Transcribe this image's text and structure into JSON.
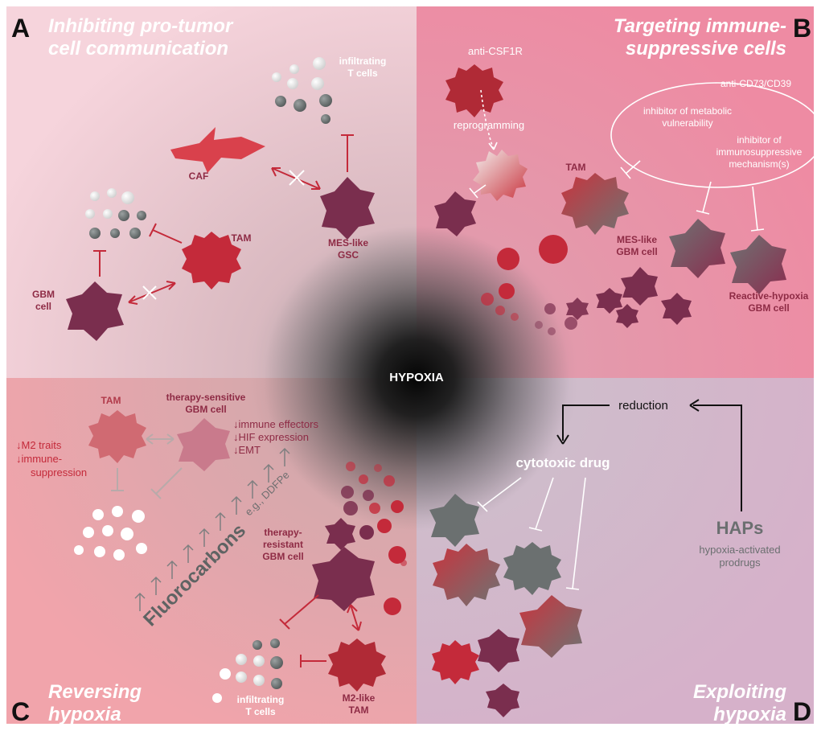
{
  "center_label": "HYPOXIA",
  "colors": {
    "wine": "#7a2e4e",
    "crimson": "#c42a3a",
    "slate": "#6b7272",
    "label_red": "#8e2b45",
    "bg_a": "#f2c9d2",
    "bg_b": "#ec8fa6",
    "bg_c": "#efa7ad",
    "bg_d": "#d8b6cc"
  },
  "panel_a": {
    "letter": "A",
    "title_line1": "Inhibiting pro-tumor",
    "title_line2": "cell communication",
    "tcells_line1": "infiltrating",
    "tcells_line2": "T cells",
    "caf": "CAF",
    "tam": "TAM",
    "mes_line1": "MES-like",
    "mes_line2": "GSC",
    "gbm_line1": "GBM",
    "gbm_line2": "cell"
  },
  "panel_b": {
    "letter": "B",
    "title_line1": "Targeting immune-",
    "title_line2": "suppressive cells",
    "anti_csf1r": "anti-CSF1R",
    "reprogramming": "reprogramming",
    "anti_cd73": "anti-CD73/CD39",
    "metabolic_line1": "inhibitor of metabolic",
    "metabolic_line2": "vulnerability",
    "immuno_line1": "inhibitor of",
    "immuno_line2": "immunosuppressive",
    "immuno_line3": "mechanism(s)",
    "tam": "TAM",
    "mes_line1": "MES-like",
    "mes_line2": "GBM cell",
    "reactive_line1": "Reactive-hypoxia",
    "reactive_line2": "GBM cell"
  },
  "panel_c": {
    "letter": "C",
    "title_line1": "Reversing",
    "title_line2": "hypoxia",
    "tam": "TAM",
    "sensitive_line1": "therapy-sensitive",
    "sensitive_line2": "GBM cell",
    "effect1": "↓immune effectors",
    "effect2": "↓HIF expression",
    "effect3": "↓EMT",
    "m2_traits": "↓M2 traits",
    "immune_line1": "↓immune-",
    "immune_line2": "suppression",
    "fluorocarbons": "Fluorocarbons",
    "ddfpe": "e.g., DDFPe",
    "resistant_line1": "therapy-",
    "resistant_line2": "resistant",
    "resistant_line3": "GBM cell",
    "m2_line1": "M2-like",
    "m2_line2": "TAM",
    "tcells_line1": "infiltrating",
    "tcells_line2": "T cells"
  },
  "panel_d": {
    "letter": "D",
    "title_line1": "Exploiting",
    "title_line2": "hypoxia",
    "reduction": "reduction",
    "cytotoxic": "cytotoxic drug",
    "haps": "HAPs",
    "haps_line1": "hypoxia-activated",
    "haps_line2": "prodrugs"
  }
}
